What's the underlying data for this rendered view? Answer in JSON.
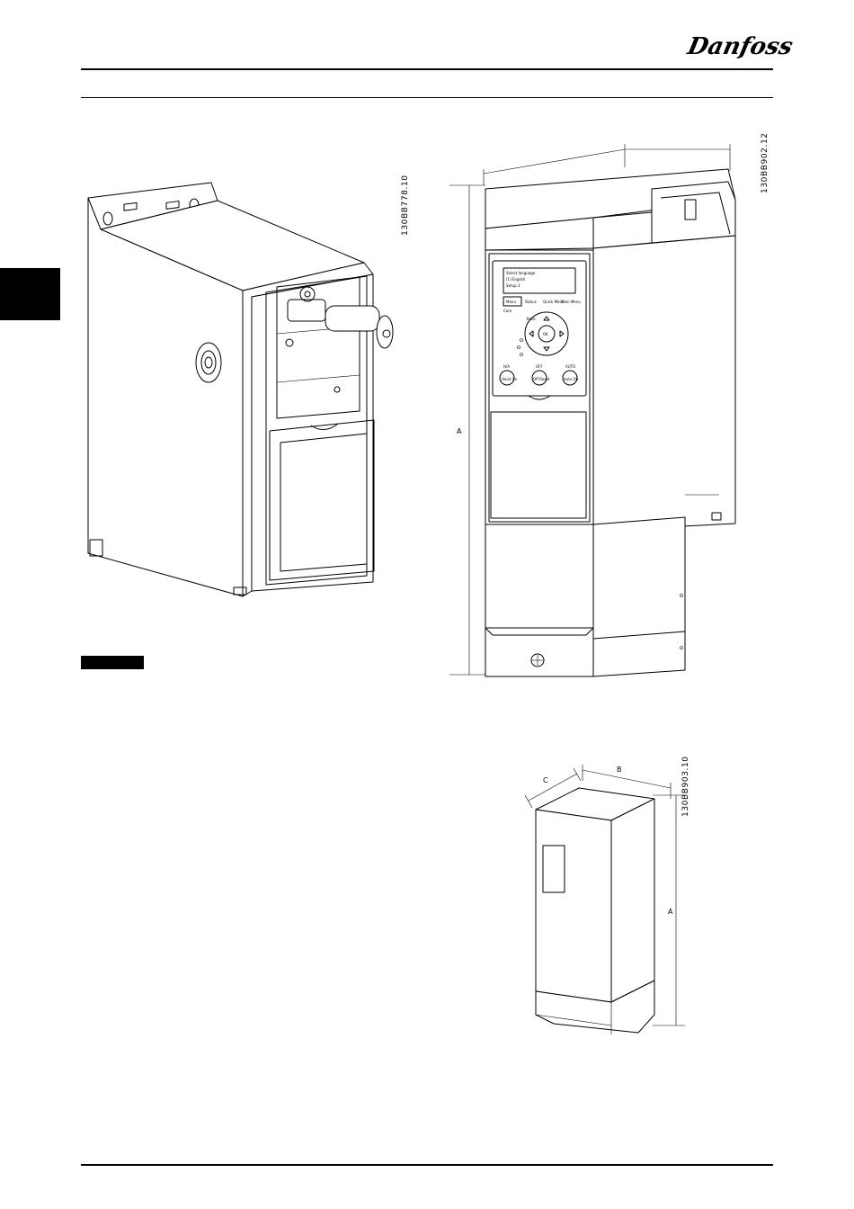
{
  "header": {
    "brand": "Danfoss"
  },
  "figures": {
    "fig1": {
      "code": "130BB778.10"
    },
    "fig2": {
      "code": "130BB902.12",
      "dim_labels": {
        "height": "A"
      },
      "lcp": {
        "display_lines": [
          "Select language",
          "[1] English",
          "Setup 1"
        ],
        "menu_tabs": [
          "Menu",
          "Status",
          "Quick Menu",
          "Main Menu"
        ],
        "com_label": "Com.",
        "nav_labels": {
          "ok": "OK",
          "back": "Back"
        },
        "op_buttons": [
          {
            "small": "H/A",
            "label": "Hand On"
          },
          {
            "small": "OFF",
            "label": "Off Reset"
          },
          {
            "small": "AUTO",
            "label": "Auto On"
          }
        ]
      }
    },
    "fig3": {
      "code": "130BB903.10",
      "dim_labels": {
        "height": "A",
        "width": "B",
        "depth": "C"
      }
    }
  },
  "colors": {
    "ink": "#000000",
    "paper": "#ffffff"
  }
}
